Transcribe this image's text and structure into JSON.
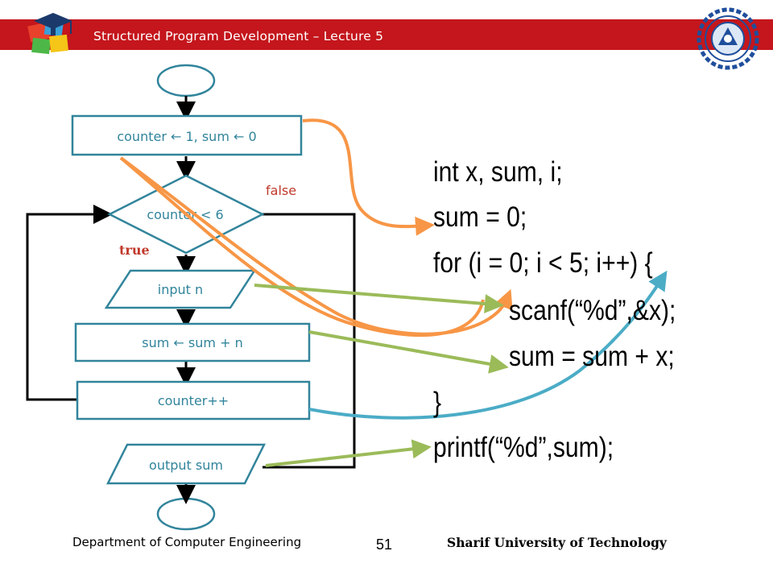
{
  "header": {
    "title": "Structured Program Development – Lecture 5",
    "bar_color": "#c4161c",
    "left_logo": "graduation-cap-puzzle-logo",
    "right_logo": "sharif-university-seal"
  },
  "flowchart": {
    "init": "counter ← 1, sum ← 0",
    "condition": "counter < 6",
    "false_label": "false",
    "true_label": "true",
    "input": "input n",
    "accumulate": "sum ← sum + n",
    "increment": "counter++",
    "output": "output sum",
    "shape_stroke": "#31849b",
    "shape_text_color": "#31849b"
  },
  "code": {
    "lines": [
      "int x, sum, i;",
      "sum = 0;",
      "for (i = 0; i < 5; i++) {",
      "scanf(“%d”,&x);",
      "sum = sum + x;",
      "}",
      "printf(“%d”,sum);"
    ]
  },
  "arrows": {
    "orange": "#f79646",
    "green": "#9bbb59",
    "blue": "#4bacc6"
  },
  "footer": {
    "department": "Department of Computer Engineering",
    "page_number": "51",
    "university": "Sharif University of Technology"
  }
}
